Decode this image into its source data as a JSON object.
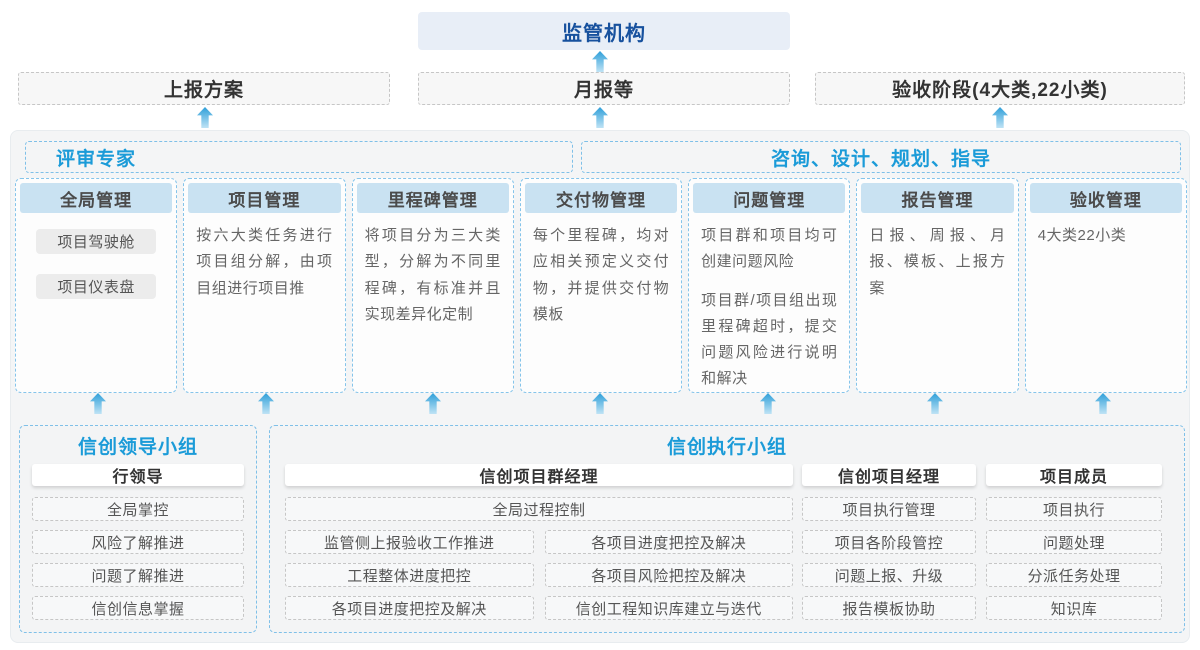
{
  "top": {
    "regulator_label": "监管机构",
    "plan_label": "上报方案",
    "monthly_label": "月报等",
    "acceptance_label": "验收阶段(4大类,22小类)"
  },
  "middle": {
    "experts_label": "评审专家",
    "consult_label": "咨询、设计、规划、指导",
    "columns": [
      {
        "title": "全局管理",
        "pills": [
          "项目驾驶舱",
          "项目仪表盘"
        ]
      },
      {
        "title": "项目管理",
        "p1": "按六大类任务进行项目组分解，由项目组进行项目推"
      },
      {
        "title": "里程碑管理",
        "p1": "将项目分为三大类型，分解为不同里程碑，有标准并且实现差异化定制"
      },
      {
        "title": "交付物管理",
        "p1": "每个里程碑，均对应相关预定义交付物，并提供交付物模板"
      },
      {
        "title": "问题管理",
        "p1": "项目群和项目均可创建问题风险",
        "p2": "项目群/项目组出现里程碑超时，提交问题风险进行说明和解决"
      },
      {
        "title": "报告管理",
        "p1": "日报、周报、月报、模板、上报方案"
      },
      {
        "title": "验收管理",
        "p1": "4大类22小类"
      }
    ]
  },
  "bottom": {
    "leader": {
      "title": "信创领导小组",
      "role": "行领导",
      "items": [
        "全局掌控",
        "风险了解推进",
        "问题了解推进",
        "信创信息掌握"
      ]
    },
    "exec": {
      "title": "信创执行小组",
      "pgm": {
        "role": "信创项目群经理",
        "full_item": "全局过程控制",
        "col1": [
          "监管侧上报验收工作推进",
          "工程整体进度把控",
          "各项目进度把控及解决"
        ],
        "col2": [
          "各项目进度把控及解决",
          "各项目风险把控及解决",
          "信创工程知识库建立与迭代"
        ]
      },
      "pm": {
        "role": "信创项目经理",
        "items": [
          "项目执行管理",
          "项目各阶段管控",
          "问题上报、升级",
          "报告模板协助"
        ]
      },
      "member": {
        "role": "项目成员",
        "items": [
          "项目执行",
          "问题处理",
          "分派任务处理",
          "知识库"
        ]
      }
    }
  },
  "colors": {
    "accent_blue": "#1b9bd8",
    "navy_text": "#17519e",
    "column_border": "#85c4ea",
    "column_header_bg": "#c9e2f2",
    "arrow_blue": "#2e9fd9",
    "container_bg": "#f4f5f6"
  }
}
